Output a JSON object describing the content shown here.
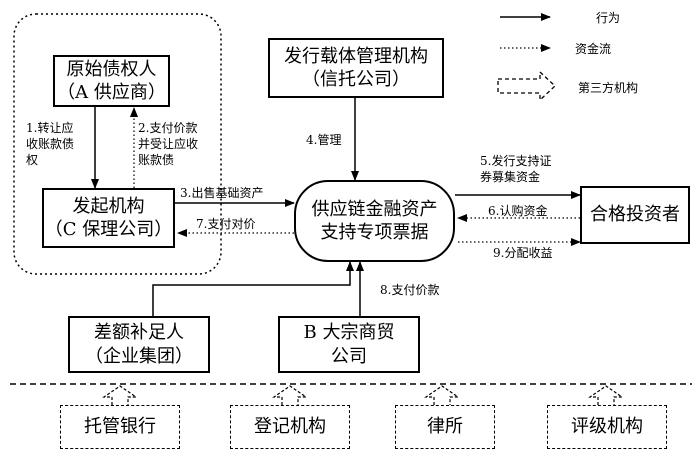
{
  "legend": {
    "action": "行为",
    "fund_flow": "资金流",
    "third_party": "第三方机构"
  },
  "nodes": {
    "original_creditor": {
      "line1": "原始债权人",
      "line2": "（A 供应商）"
    },
    "initiator": {
      "line1": "发起机构",
      "line2": "（C 保理公司）"
    },
    "issuing_manager": {
      "line1": "发行载体管理机构",
      "line2": "（信托公司）"
    },
    "center": {
      "line1": "供应链金融资产",
      "line2": "支持专项票据"
    },
    "investors": {
      "line1": "合格投资者"
    },
    "guarantor": {
      "line1": "差额补足人",
      "line2": "（企业集团）"
    },
    "trading_company": {
      "line1": "B 大宗商贸",
      "line2": "公司"
    }
  },
  "edges": {
    "e1": {
      "line1": "1.转让应",
      "line2": "收账款债",
      "line3": "权"
    },
    "e2": {
      "line1": "2.支付价款",
      "line2": "并受让应收",
      "line3": "账款债"
    },
    "e3": "3.出售基础资产",
    "e4": "4.管理",
    "e5": {
      "line1": "5.发行支持证",
      "line2": "券募集资金"
    },
    "e6": "6.认购资金",
    "e7": "7.支付对价",
    "e8": "8.支付价款",
    "e9": "9.分配收益"
  },
  "third_parties": {
    "custodian": "托管银行",
    "registry": "登记机构",
    "law_firm": "律所",
    "rating": "评级机构"
  }
}
